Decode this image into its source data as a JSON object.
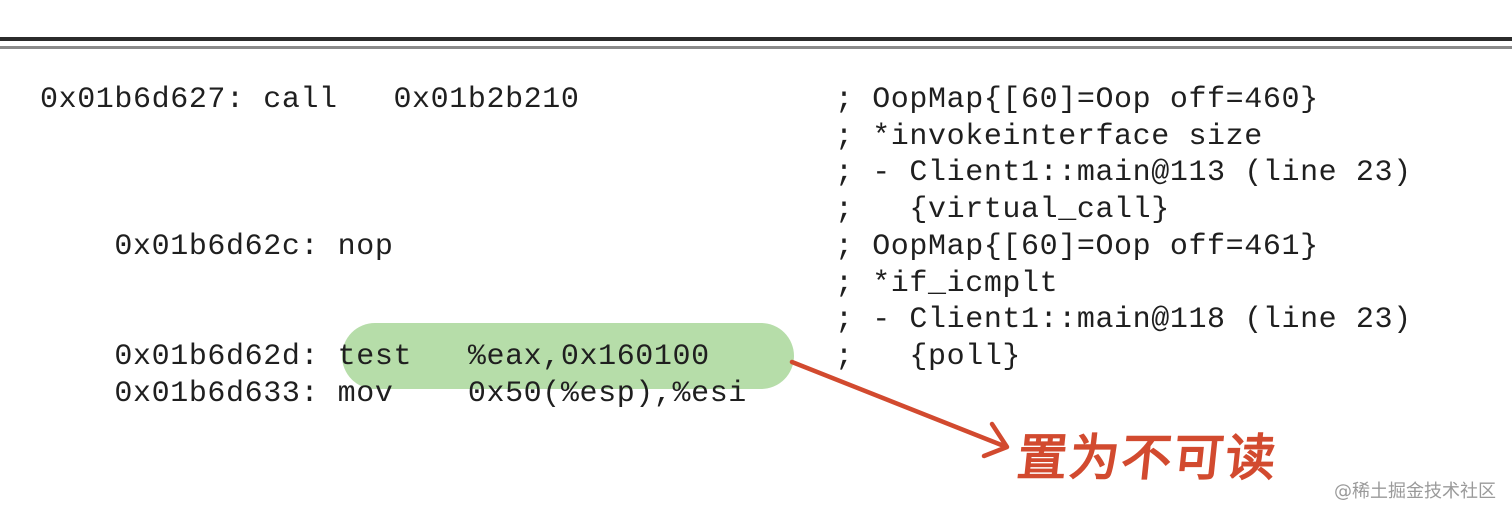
{
  "lines": [
    {
      "addr": "0x01b6d627: call   0x01b2b210",
      "comment": "; OopMap{[60]=Oop off=460}"
    },
    {
      "addr": "",
      "comment": "; *invokeinterface size"
    },
    {
      "addr": "",
      "comment": "; - Client1::main@113 (line 23)"
    },
    {
      "addr": "",
      "comment": ";   {virtual_call}"
    },
    {
      "addr": "    0x01b6d62c: nop",
      "comment": "; OopMap{[60]=Oop off=461}"
    },
    {
      "addr": "",
      "comment": "; *if_icmplt"
    },
    {
      "addr": "",
      "comment": "; - Client1::main@118 (line 23)"
    },
    {
      "addr": "    0x01b6d62d: test   %eax,0x160100",
      "comment": ";   {poll}"
    },
    {
      "addr": "    0x01b6d633: mov    0x50(%esp),%esi",
      "comment": ""
    }
  ],
  "annotation": "置为不可读",
  "watermark": "@稀土掘金技术社区",
  "colors": {
    "highlight": "#a9d79a",
    "arrow": "#d24a2f",
    "text": "#1f1f1f"
  }
}
